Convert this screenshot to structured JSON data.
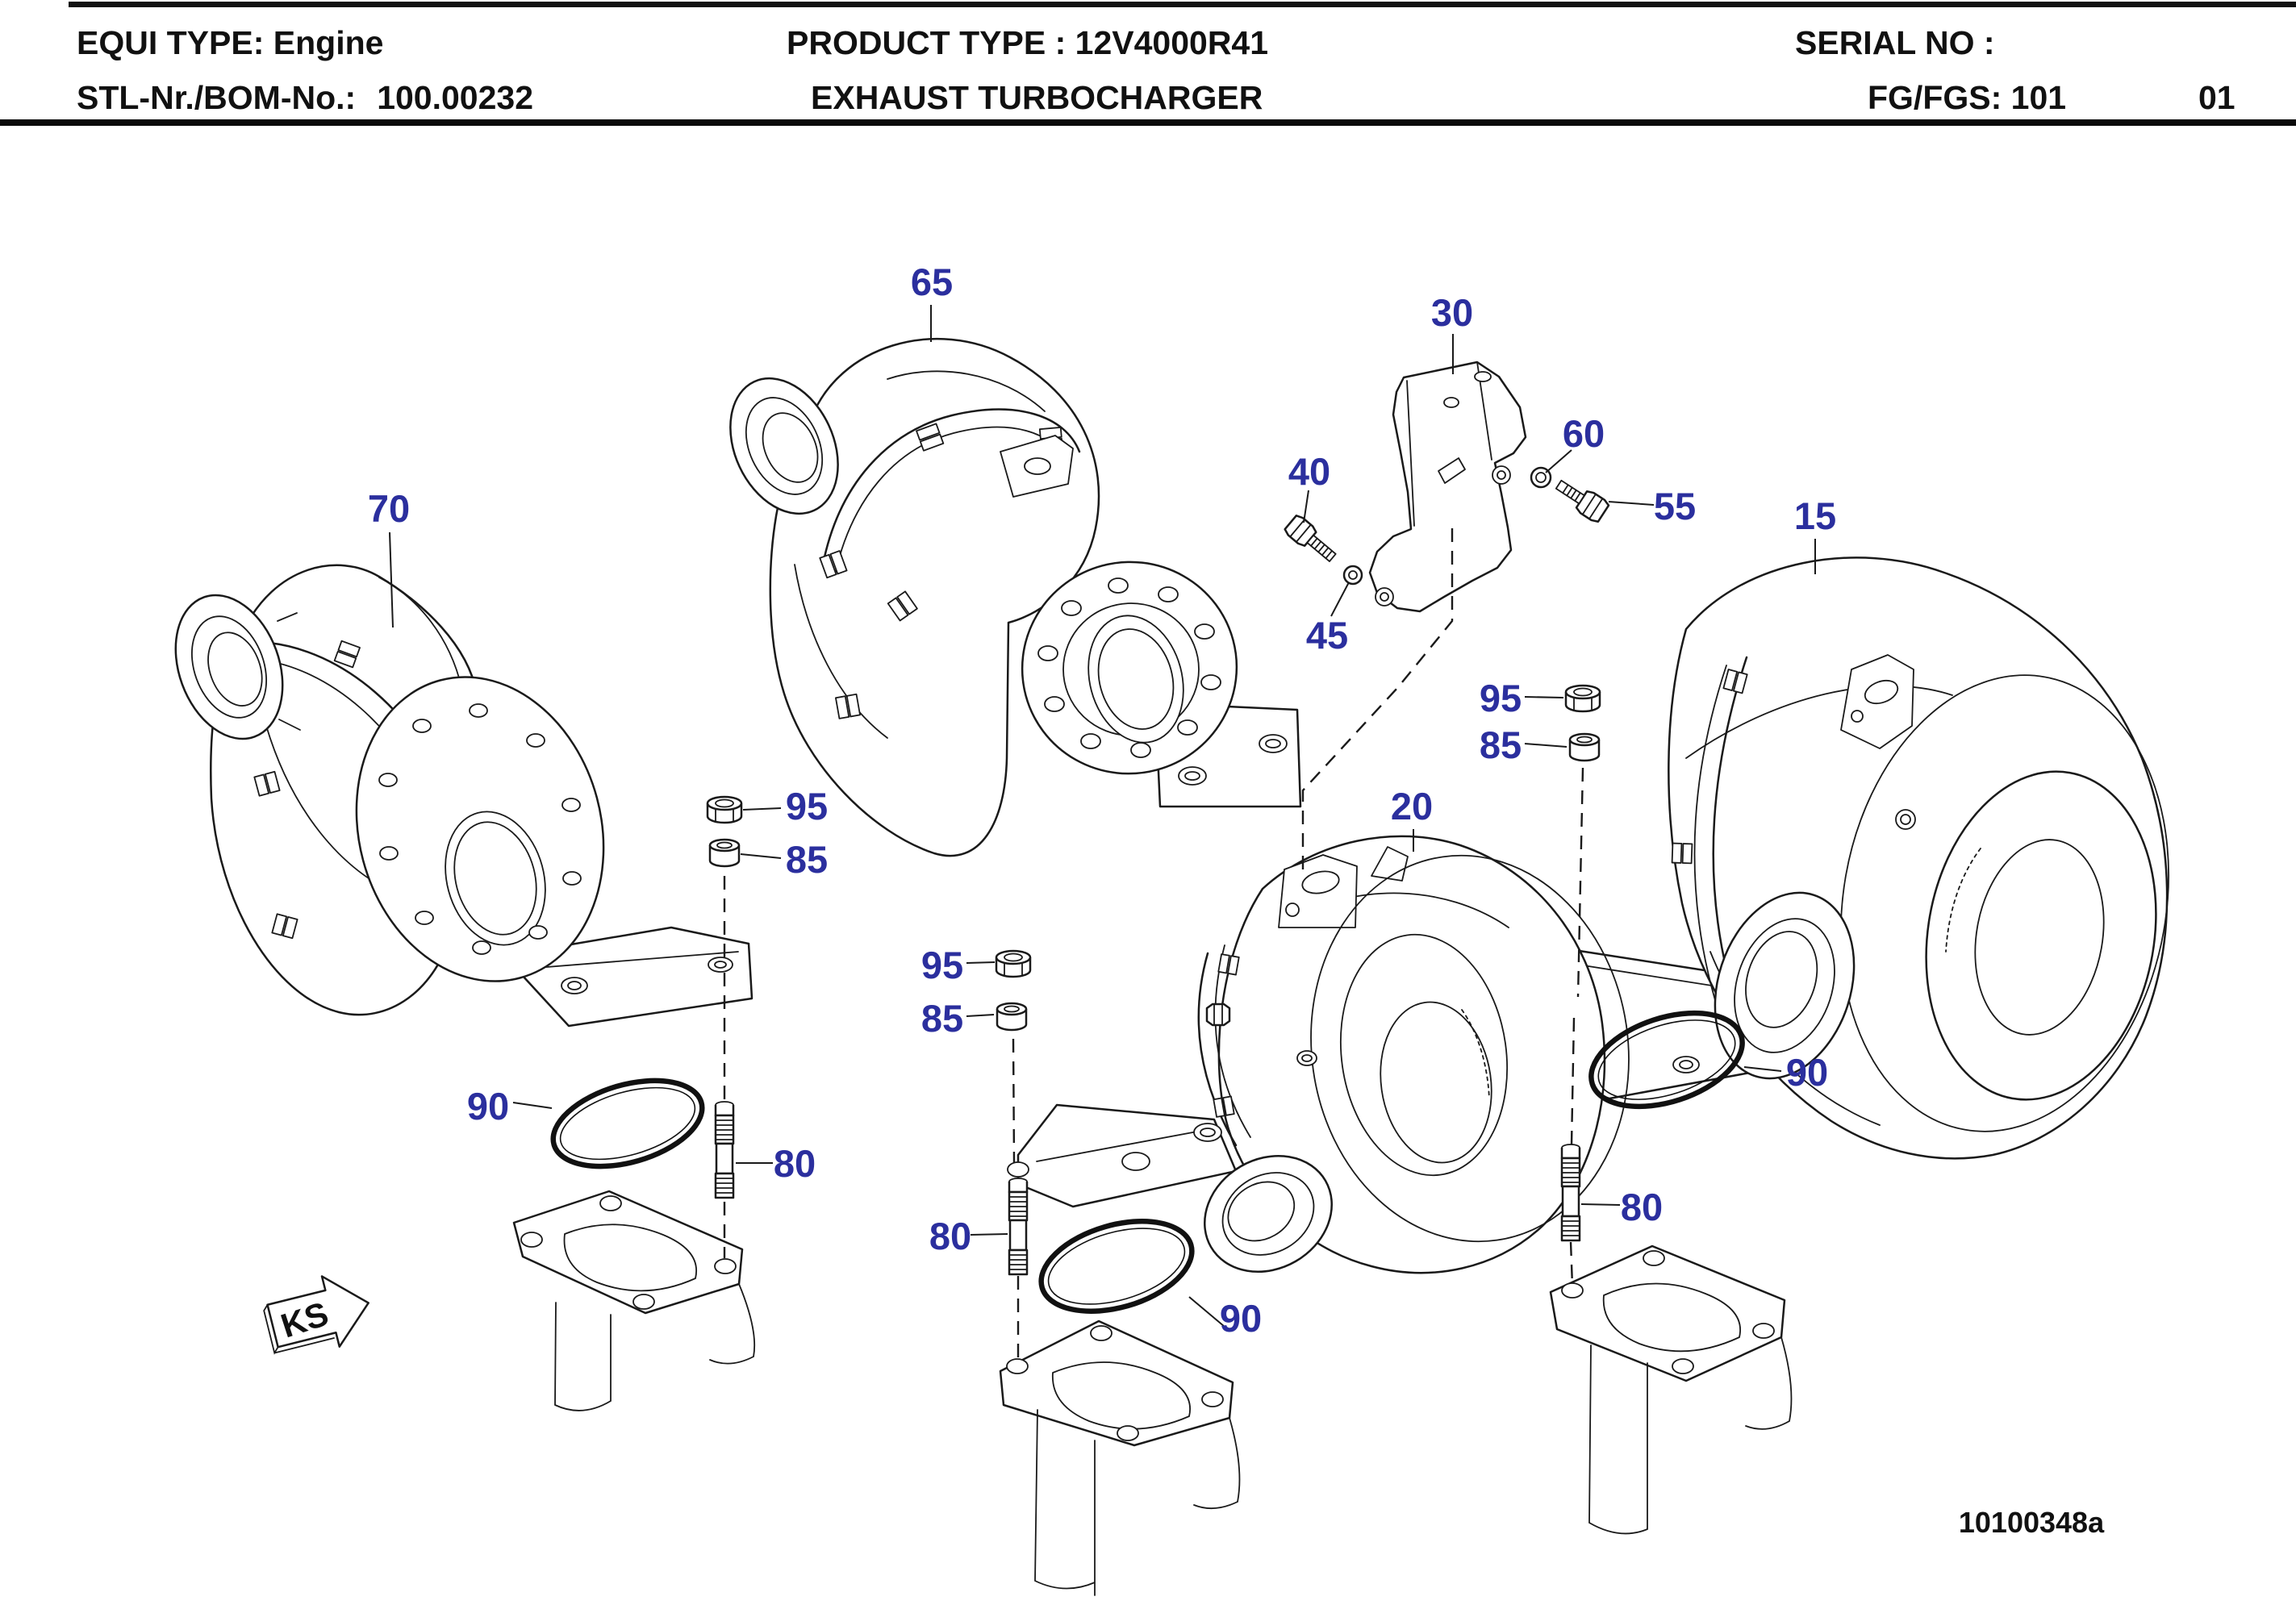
{
  "header": {
    "equi_type_label": "EQUI TYPE:",
    "equi_type_value": "Engine",
    "bom_label": "STL-Nr./BOM-No.:",
    "bom_value": "100.00232",
    "product_type_label": "PRODUCT TYPE :",
    "product_type_value": "12V4000R41",
    "product_name": "EXHAUST TURBOCHARGER",
    "serial_label": "SERIAL NO :",
    "fg_fgs_label": "FG/FGS:",
    "fg_fgs_value": "101",
    "sheet_number": "01"
  },
  "diagram": {
    "drawing_number": "10100348a",
    "direction_marker": "KS",
    "callout_color": "#2b2f9e",
    "line_color": "#1a1a1a",
    "callouts": {
      "15": "15",
      "20": "20",
      "30": "30",
      "40": "40",
      "45": "45",
      "55": "55",
      "60": "60",
      "65": "65",
      "70": "70",
      "80": "80",
      "85": "85",
      "90": "90",
      "95": "95"
    }
  }
}
